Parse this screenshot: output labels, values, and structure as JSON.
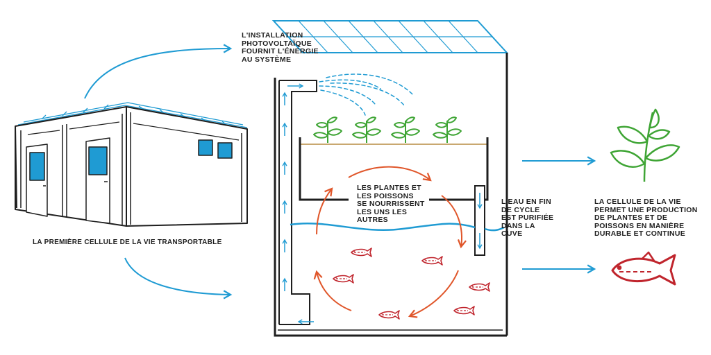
{
  "labels": {
    "container": "LA PREMIÈRE CELLULE DE LA VIE TRANSPORTABLE",
    "solar": [
      "L'INSTALLATION",
      "PHOTOVOLTAÏQUE",
      "FOURNIT L'ÉNERGIE",
      "AU SYSTÈME"
    ],
    "cycle": [
      "LES PLANTES ET",
      "LES POISSONS",
      "SE NOURRISSENT",
      "LES UNS LES",
      "AUTRES"
    ],
    "filter": [
      "L'EAU EN FIN",
      "DE CYCLE",
      "EST PURIFIÉE",
      "DANS LA",
      "CUVE"
    ],
    "result": [
      "LA CELLULE DE LA VIE",
      "PERMET UNE PRODUCTION",
      "DE PLANTES ET DE",
      "POISSONS EN MANIÈRE",
      "DURABLE ET CONTINUE"
    ]
  },
  "icons": {
    "container": "shipping-container-icon",
    "solar_panel": "solar-panel-icon",
    "plant": "plant-icon",
    "fish": "fish-icon"
  },
  "colors": {
    "outline": "#1e1e1e",
    "water": "#1f9bd3",
    "plant": "#3fa535",
    "soil": "#c9a870",
    "fish": "#c0252d",
    "cycle_arrows": "#e0562a",
    "window": "#1f9bd3"
  }
}
